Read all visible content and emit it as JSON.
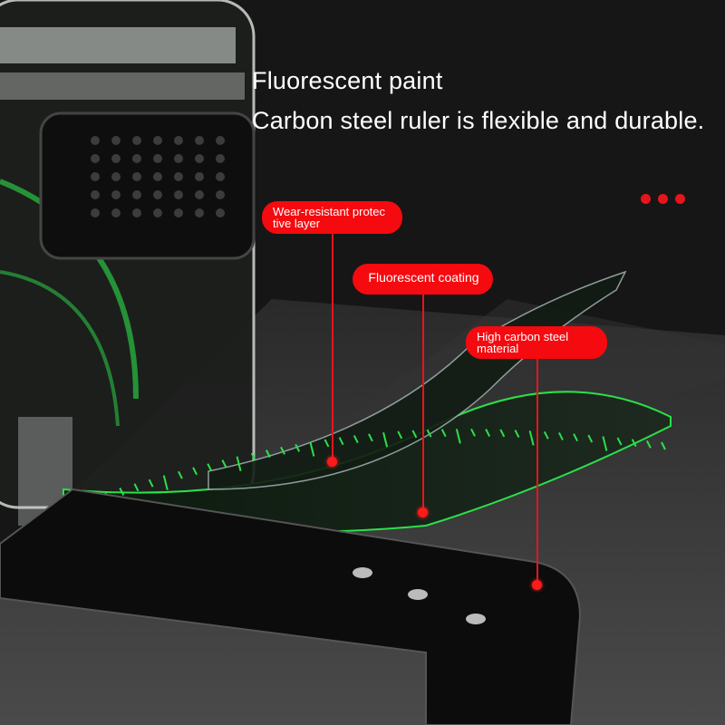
{
  "headline": {
    "line1": "Fluorescent paint",
    "line2": "Carbon steel ruler is flexible and durable."
  },
  "callouts": [
    {
      "label": "Wear-resistant protec tive layer",
      "line_a": "Wear-resistant protec",
      "line_b": "tive layer"
    },
    {
      "label": "Fluorescent coating"
    },
    {
      "label": "High carbon steel material",
      "line_a": "High carbon steel",
      "line_b": "material"
    }
  ],
  "colors": {
    "accent": "#f50a0f",
    "fluorescent": "#2be04a",
    "background": "#161616"
  }
}
